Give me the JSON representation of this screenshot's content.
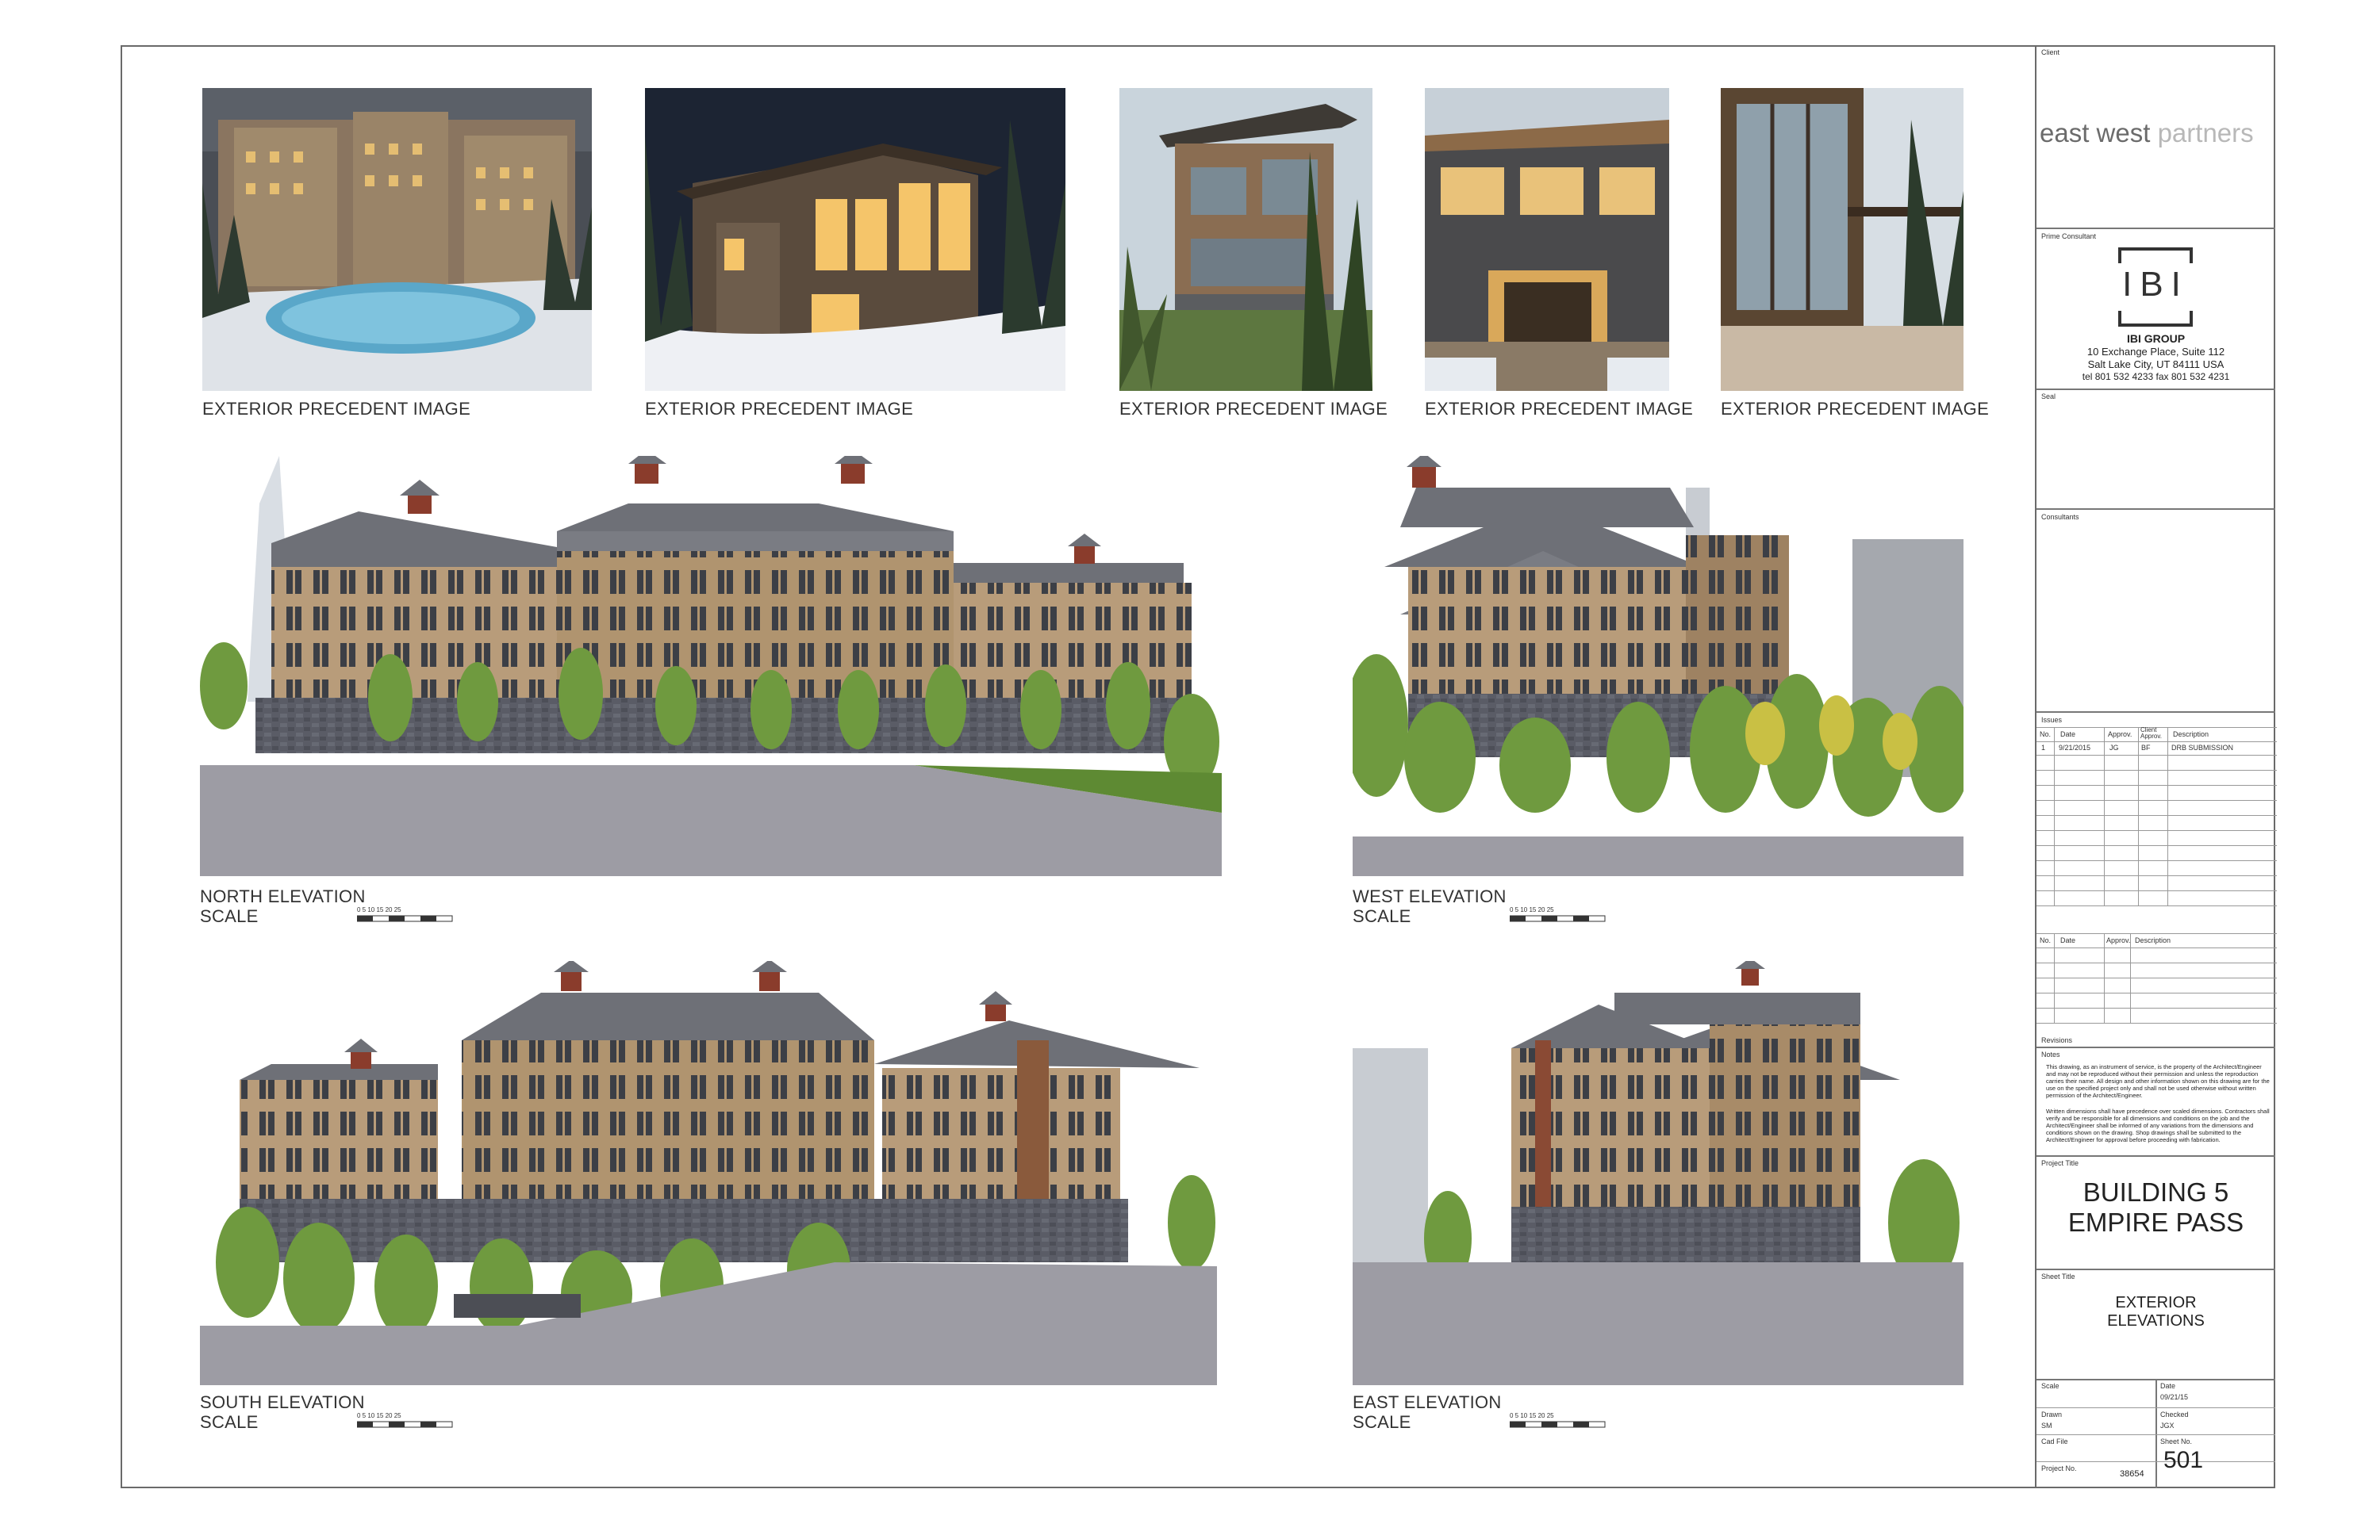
{
  "precedent_caption": "EXTERIOR PRECEDENT IMAGE",
  "elevations": {
    "north": "NORTH ELEVATION",
    "west": "WEST ELEVATION",
    "south": "SOUTH ELEVATION",
    "east": "EAST ELEVATION",
    "scale_label": "SCALE",
    "scale_ticks": [
      "0",
      "5",
      "10",
      "15",
      "20",
      "25"
    ]
  },
  "title_block": {
    "client_label": "Client",
    "client_name_a": "east west",
    "client_name_b": "partners",
    "prime_label": "Prime Consultant",
    "logo_text": "IBI",
    "firm_name": "IBI GROUP",
    "firm_addr1": "10 Exchange Place, Suite 112",
    "firm_addr2": "Salt Lake City, UT  84111  USA",
    "firm_tel": "tel 801 532 4233   fax 801 532 4231",
    "seal_label": "Seal",
    "consultants_label": "Consultants",
    "issues_label": "Issues",
    "issues_headers": [
      "No.",
      "Date",
      "Approv.",
      "Client Approv.",
      "Description"
    ],
    "issue_row": [
      "1",
      "9/21/2015",
      "JG",
      "BF",
      "DRB SUBMISSION"
    ],
    "rev_headers": [
      "No.",
      "Date",
      "Approv.",
      "Description"
    ],
    "revisions_label": "Revisions",
    "notes_label": "Notes",
    "notes_p1": "This drawing, as an instrument of service, is the property of the Architect/Engineer and may not be reproduced without their permission and unless the reproduction carries their name. All design and other information shown on this drawing are for the use on the specified project only and shall not be used otherwise without written permission of the Architect/Engineer.",
    "notes_p2": "Written dimensions shall have precedence over scaled dimensions. Contractors shall verify and be responsible for all dimensions and conditions on the job and the Architect/Engineer shall be informed of any variations from the dimensions and conditions shown on the drawing. Shop drawings shall be submitted to the Architect/Engineer for approval before proceeding with fabrication.",
    "project_title_label": "Project Title",
    "project_title_1": "BUILDING 5",
    "project_title_2": "EMPIRE PASS",
    "sheet_title_label": "Sheet Title",
    "sheet_title_1": "EXTERIOR",
    "sheet_title_2": "ELEVATIONS",
    "scale_label": "Scale",
    "date_label": "Date",
    "date_value": "09/21/15",
    "drawn_label": "Drawn",
    "drawn_value": "SM",
    "checked_label": "Checked",
    "checked_value": "JGX",
    "cad_label": "Cad File",
    "sheet_no_label": "Sheet No.",
    "project_no_label": "Project No.",
    "project_no_value": "38654",
    "sheet_no_value": "501"
  },
  "colors": {
    "wood": "#b89c7a",
    "stone": "#55565e",
    "roof": "#6d6e74",
    "ground": "#9d9ca4",
    "foliage": "#6f9a3f"
  }
}
